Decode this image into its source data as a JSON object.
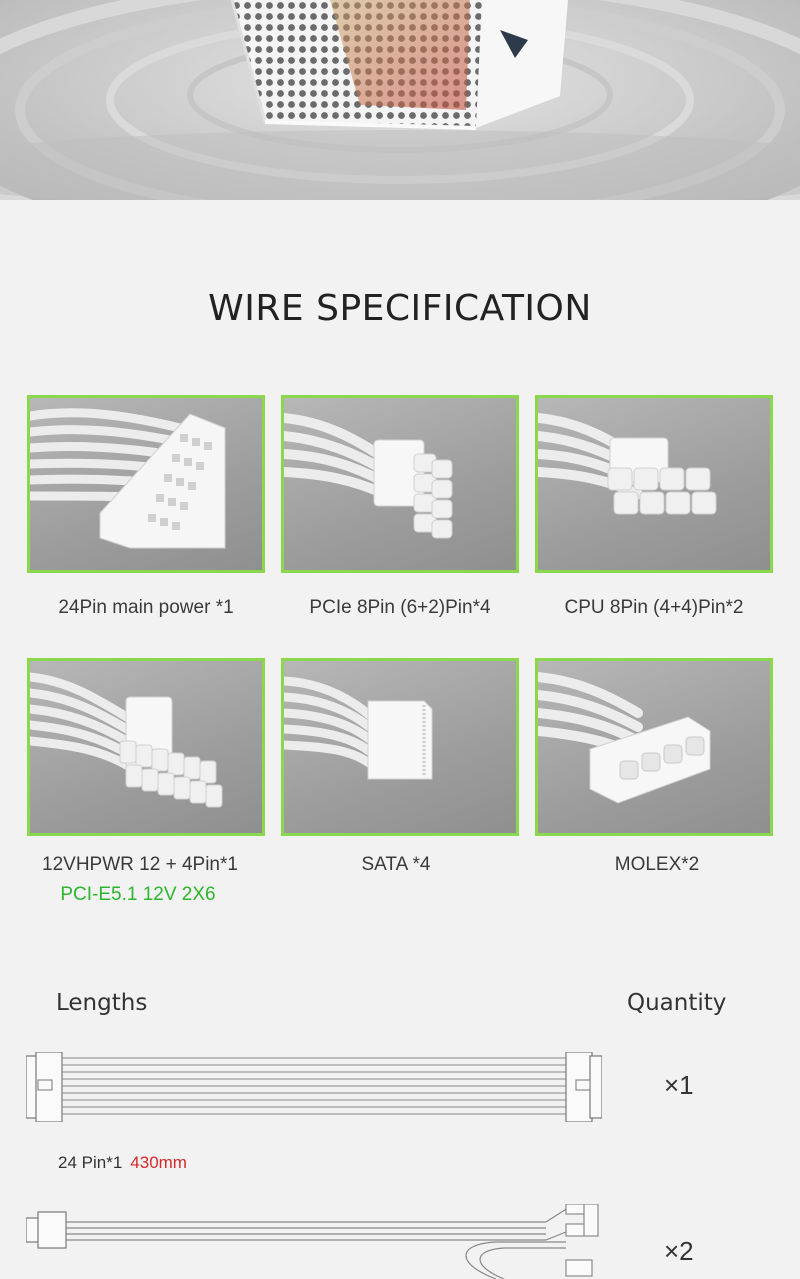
{
  "section_title": "WIRE SPECIFICATION",
  "connectors": [
    {
      "name": "24pin-main-power",
      "label": "24Pin main power *1",
      "subtitle": ""
    },
    {
      "name": "pcie-8pin",
      "label": "PCIe 8Pin (6+2)Pin*4",
      "subtitle": ""
    },
    {
      "name": "cpu-8pin",
      "label": "CPU 8Pin (4+4)Pin*2",
      "subtitle": ""
    },
    {
      "name": "12vhpwr",
      "label": "12VHPWR 12 + 4Pin*1",
      "subtitle": "PCI-E5.1 12V 2X6"
    },
    {
      "name": "sata",
      "label": "SATA *4",
      "subtitle": ""
    },
    {
      "name": "molex",
      "label": "MOLEX*2",
      "subtitle": ""
    }
  ],
  "lengths": {
    "header_lengths": "Lengths",
    "header_quantity": "Quantity",
    "rows": [
      {
        "label": "24 Pin*1",
        "length": "430mm",
        "quantity": "×1"
      },
      {
        "label": "",
        "length": "",
        "quantity": "×2"
      }
    ]
  },
  "colors": {
    "card_border": "#8cd84c",
    "subtitle_green": "#2db52d",
    "length_red": "#d42a2a"
  }
}
